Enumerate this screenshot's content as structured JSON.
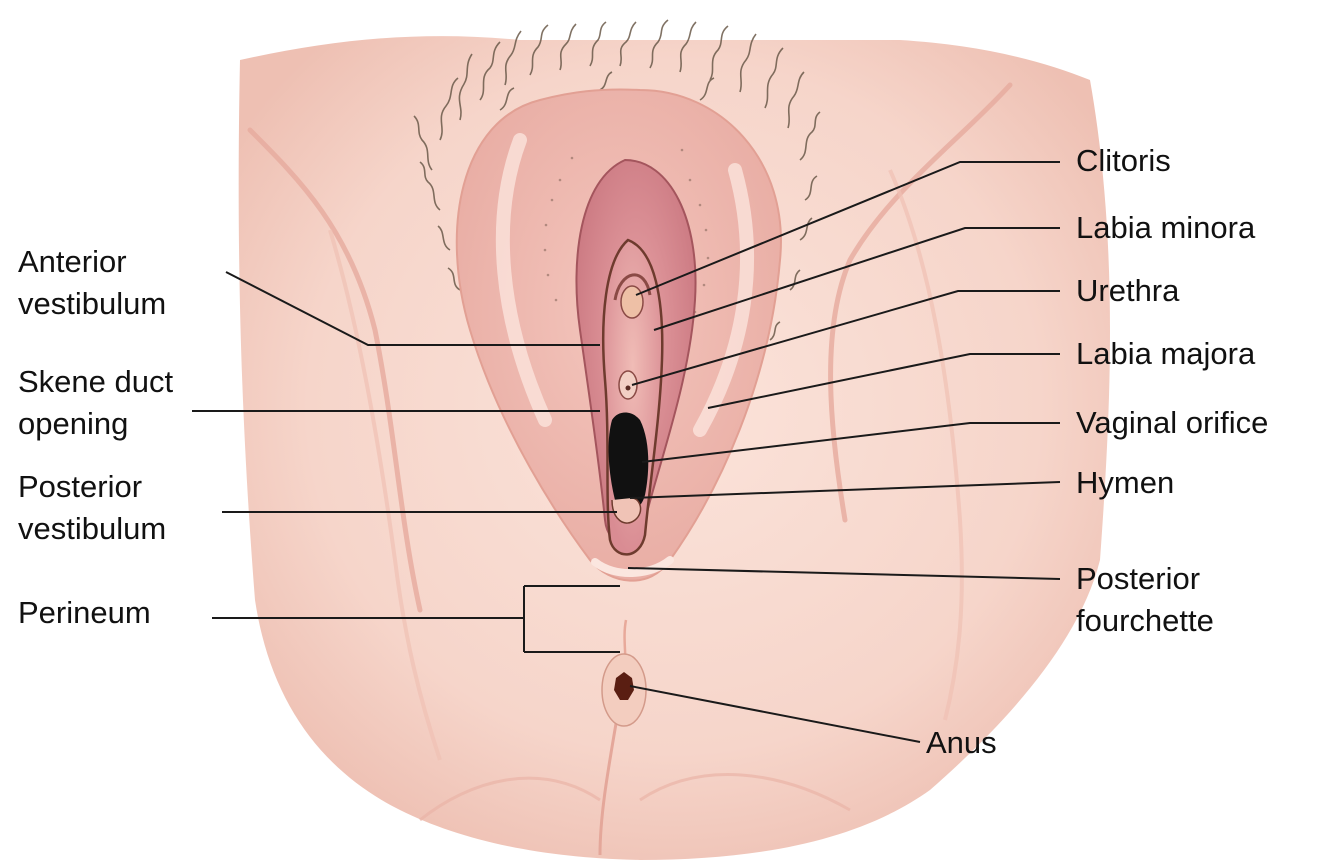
{
  "labels_left": {
    "anterior_vestibulum": [
      "Anterior",
      "vestibulum"
    ],
    "skene_duct_opening": [
      "Skene duct",
      "opening"
    ],
    "posterior_vestibulum": [
      "Posterior",
      "vestibulum"
    ],
    "perineum": "Perineum"
  },
  "labels_right": {
    "clitoris": "Clitoris",
    "labia_minora": "Labia minora",
    "urethra": "Urethra",
    "labia_majora": "Labia majora",
    "vaginal_orifice": "Vaginal orifice",
    "hymen": "Hymen",
    "posterior_fourchette": [
      "Posterior",
      "fourchette"
    ],
    "anus": "Anus"
  },
  "colors": {
    "skin": "#f8dcd2",
    "skin_shadow": "#ecb9ad",
    "mucosa": "#d98c93",
    "hair": "#6b5a4a",
    "leader_line": "#1a1a1a"
  }
}
